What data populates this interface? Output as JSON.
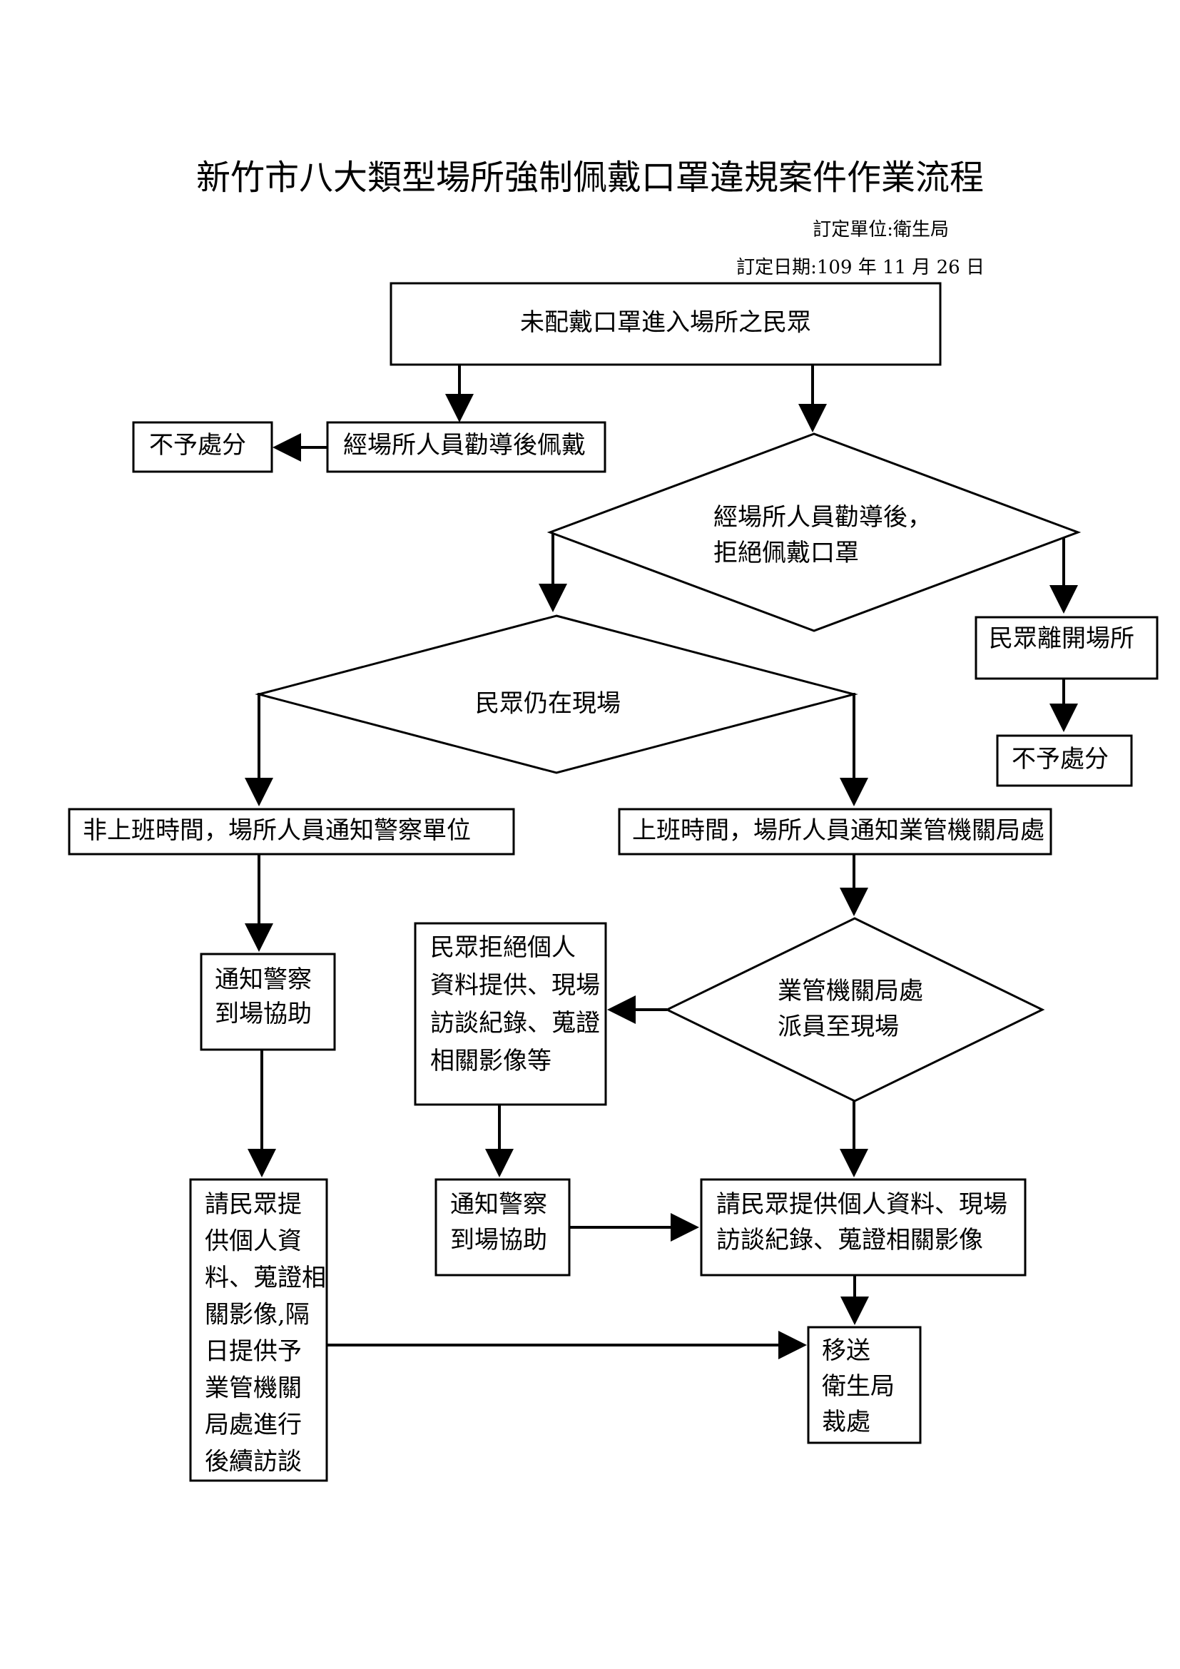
{
  "title": "新竹市八大類型場所強制佩戴口罩違規案件作業流程",
  "meta": {
    "unit": "訂定單位:衛生局",
    "date": "訂定日期:109 年 11 月 26 日"
  },
  "nodes": {
    "start": {
      "lines": [
        "未配戴口罩進入場所之民眾"
      ]
    },
    "guided_wear": {
      "lines": [
        "經場所人員勸導後佩戴"
      ]
    },
    "no_penalty_1": {
      "lines": [
        "不予處分"
      ]
    },
    "refuse_decision": {
      "lines": [
        "經場所人員勸導後，",
        "拒絕佩戴口罩"
      ]
    },
    "left_venue": {
      "lines": [
        "民眾離開場所"
      ]
    },
    "no_penalty_2": {
      "lines": [
        "不予處分"
      ]
    },
    "still_onsite": {
      "lines": [
        "民眾仍在現場"
      ]
    },
    "off_hours": {
      "lines": [
        "非上班時間，場所人員通知警察單位"
      ]
    },
    "work_hours": {
      "lines": [
        "上班時間，場所人員通知業管機關局處"
      ]
    },
    "police_assist_1": {
      "lines": [
        "通知警察",
        "到場協助"
      ]
    },
    "dispatch": {
      "lines": [
        "業管機關局處",
        "派員至現場"
      ]
    },
    "refuse_info": {
      "lines": [
        "民眾拒絕個人",
        "資料提供、現場",
        "訪談紀錄、蒐證",
        "相關影像等"
      ]
    },
    "request_next_day": {
      "lines": [
        "請民眾提",
        "供個人資",
        "料、蒐證相",
        "關影像,隔",
        "日提供予",
        "業管機關",
        "局處進行",
        "後續訪談"
      ]
    },
    "police_assist_2": {
      "lines": [
        "通知警察",
        "到場協助"
      ]
    },
    "request_info": {
      "lines": [
        "請民眾提供個人資料、現場",
        "訪談紀錄、蒐證相關影像"
      ]
    },
    "transfer": {
      "lines": [
        "移送",
        "衛生局",
        "裁處"
      ]
    }
  },
  "edges": [
    {
      "from": "start",
      "to": "guided_wear"
    },
    {
      "from": "start",
      "to": "refuse_decision"
    },
    {
      "from": "guided_wear",
      "to": "no_penalty_1"
    },
    {
      "from": "refuse_decision",
      "to": "still_onsite"
    },
    {
      "from": "refuse_decision",
      "to": "left_venue"
    },
    {
      "from": "left_venue",
      "to": "no_penalty_2"
    },
    {
      "from": "still_onsite",
      "to": "off_hours"
    },
    {
      "from": "still_onsite",
      "to": "work_hours"
    },
    {
      "from": "off_hours",
      "to": "police_assist_1"
    },
    {
      "from": "work_hours",
      "to": "dispatch"
    },
    {
      "from": "dispatch",
      "to": "refuse_info"
    },
    {
      "from": "dispatch",
      "to": "request_info"
    },
    {
      "from": "refuse_info",
      "to": "police_assist_2"
    },
    {
      "from": "police_assist_2",
      "to": "request_info"
    },
    {
      "from": "police_assist_1",
      "to": "request_next_day"
    },
    {
      "from": "request_info",
      "to": "transfer"
    },
    {
      "from": "request_next_day",
      "to": "transfer"
    }
  ]
}
